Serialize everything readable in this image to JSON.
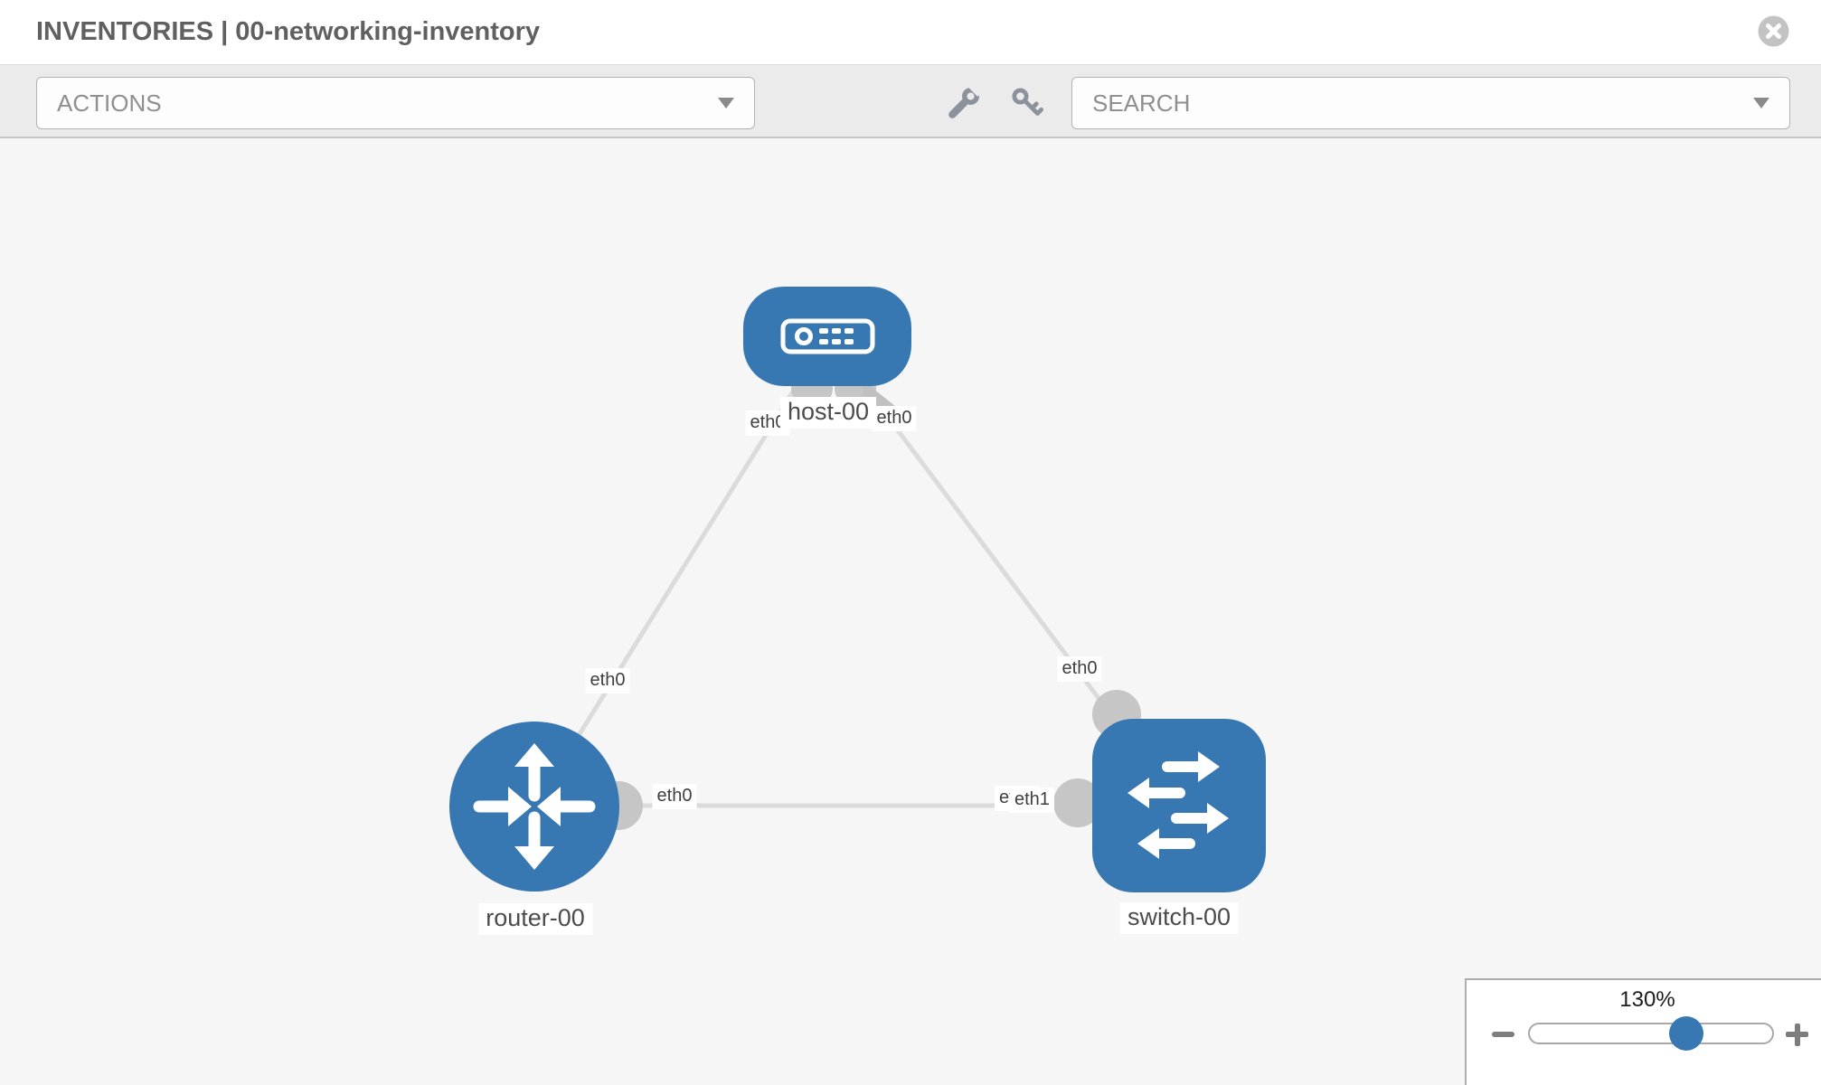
{
  "header": {
    "title": "INVENTORIES | 00-networking-inventory"
  },
  "toolbar": {
    "actions_label": "ACTIONS",
    "search_label": "SEARCH"
  },
  "canvas": {
    "nodes": {
      "host": {
        "label": "host-00",
        "type": "host",
        "icon": "host-icon"
      },
      "router": {
        "label": "router-00",
        "type": "router",
        "icon": "router-icon"
      },
      "switch": {
        "label": "switch-00",
        "type": "switch",
        "icon": "switch-icon"
      }
    },
    "links": [
      {
        "from": "host-00",
        "to": "router-00",
        "from_iface": "eth0",
        "to_iface": "eth0"
      },
      {
        "from": "host-00",
        "to": "switch-00",
        "from_iface": "eth0",
        "to_iface": "eth0"
      },
      {
        "from": "router-00",
        "to": "switch-00",
        "from_iface": "eth0",
        "to_iface": "eth1"
      }
    ],
    "iface_labels": {
      "host_to_router": "eth0",
      "host_to_switch": "eth0",
      "router_uplink": "eth0",
      "router_lan": "eth0",
      "switch_lan_hidden": "eth0",
      "switch_lan": "eth1",
      "switch_uplink": "eth0"
    }
  },
  "zoom_control": {
    "level": "130%"
  },
  "colors": {
    "node_blue": "#3878b2",
    "link_gray": "#dbdbdb",
    "endpoint_gray": "#c6c6c6",
    "canvas_bg": "#f6f6f6",
    "toolbar_bg": "#ebebeb",
    "close_gray": "#c3c3c3"
  }
}
